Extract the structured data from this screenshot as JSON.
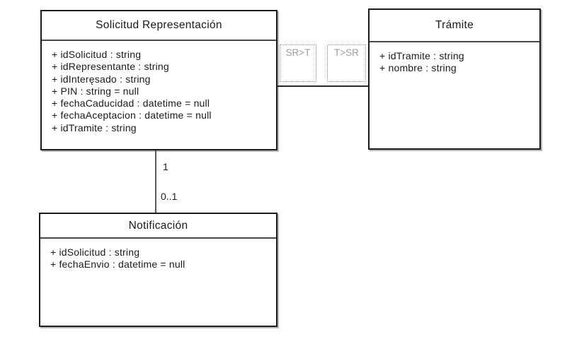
{
  "diagram": {
    "type": "uml-class-diagram",
    "classes": [
      {
        "name": "Solicitud Representación",
        "attributes": [
          "+ idSolicitud : string",
          "+ idRepresentante : string",
          "+ idInteręsado : string",
          "+ PIN : string = null",
          "+ fechaCaducidad : datetime = null",
          "+ fechaAceptacion : datetime = null",
          "+ idTramite : string"
        ]
      },
      {
        "name": "Trámite",
        "attributes": [
          "+ idTramite : string",
          "+ nombre : string"
        ]
      },
      {
        "name": "Notificación",
        "attributes": [
          "+ idSolicitud : string",
          "+ fechaEnvio : datetime = null"
        ]
      }
    ],
    "associations": [
      {
        "from": "Solicitud Representación",
        "to": "Trámite",
        "labels": [
          "SR>T",
          "T>SR"
        ]
      },
      {
        "from": "Solicitud Representación",
        "to": "Notificación",
        "multiplicities": [
          "1",
          "0..1"
        ]
      }
    ],
    "colors": {
      "background": "#ffffff",
      "box_fill": "#ffffff",
      "box_border": "#1c1c1c",
      "title_separator": "#4a4a4a",
      "text": "#1a1a1a",
      "assoc_label_text": "#9d9d9d",
      "assoc_label_border": "#8f8f8f",
      "connector_horizontal": "#262626",
      "connector_vertical": "#5a5a5a",
      "box_shadow": "#b9b9b9"
    }
  }
}
